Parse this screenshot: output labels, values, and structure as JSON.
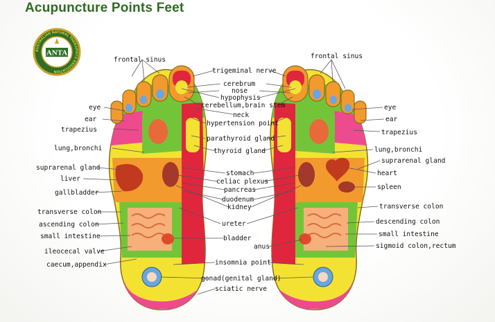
{
  "title": "Acupuncture Points Feet",
  "logo": {
    "center_text": "ANTA",
    "ring_text": "AUSTRALIAN NATURAL THERAPISTS ASSOCIATION"
  },
  "colors": {
    "title": "#2f6b22",
    "sole": "#f4e233",
    "toe_orange": "#f29a2e",
    "green": "#74c43a",
    "red": "#e0263d",
    "pink": "#ee4a8e",
    "blue": "#6aa6e0",
    "outline": "#8a6d1d"
  },
  "labels": {
    "left": {
      "frontal_sinus": "frontal sinus",
      "eye": "eye",
      "ear": "ear",
      "trapezius": "trapezius",
      "lung_bronchi": "lung,bronchi",
      "suprarenal_gland": "suprarenal gland",
      "liver": "liver",
      "gallbladder": "gallbladder",
      "transverse_colon": "transverse colon",
      "ascending_colon": "ascending colon",
      "small_intestine": "small intestine",
      "ileocecal_valve": "ileocecal valve",
      "caecum_appendix": "caecum,appendix"
    },
    "center": {
      "trigeminal_nerve": "trigeminal nerve",
      "cerebrum": "cerebrum",
      "nose": "nose",
      "hypophysis": "hypophysis",
      "cerebellum": "cerebellum,brain stem",
      "neck": "neck",
      "hypertension_point": "hypertension point",
      "parathyroid_gland": "parathyroid gland",
      "thyroid_gland": "thyroid gland",
      "stomach": "stomach",
      "celiac_plexus": "celiac plexus",
      "pancreas": "pancreas",
      "duodenum": "duodenum",
      "kidney": "kidney",
      "ureter": "ureter",
      "bladder": "bladder",
      "anus": "anus",
      "insomnia_point": "insomnia point",
      "gonad": "gonad(genital gland)",
      "sciatic_nerve": "sciatic nerve"
    },
    "right": {
      "frontal_sinus": "frontal sinus",
      "eye": "eye",
      "ear": "ear",
      "trapezius": "trapezius",
      "lung_bronchi": "lung,bronchi",
      "suprarenal_gland": "suprarenal gland",
      "heart": "heart",
      "spleen": "spleen",
      "transverse_colon": "transverse colon",
      "descending_colon": "descending colon",
      "small_intestine": "small intestine",
      "sigmoid_colon": "sigmoid colon,rectum"
    }
  }
}
